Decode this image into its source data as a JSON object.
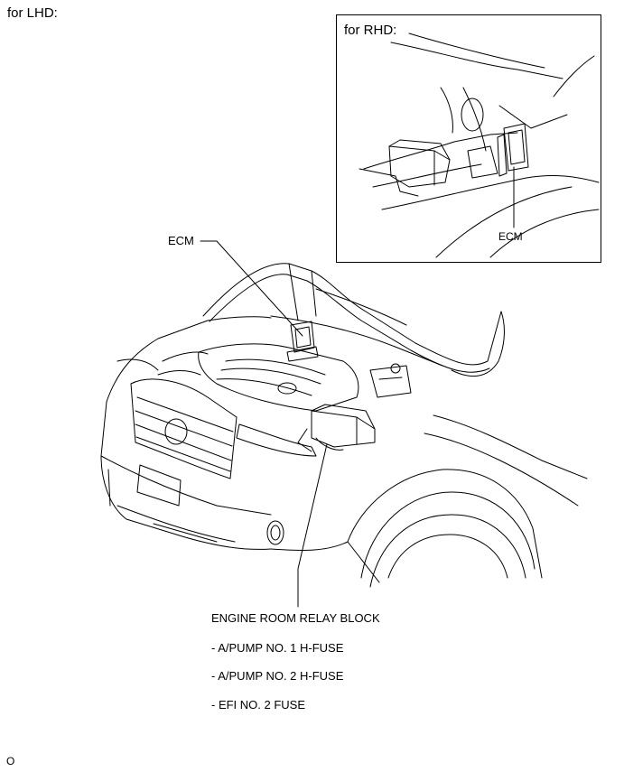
{
  "labels": {
    "lhd_title": "for LHD:",
    "rhd_title": "for RHD:",
    "ecm_main": "ECM",
    "ecm_inset": "ECM",
    "relay_block": "ENGINE ROOM RELAY BLOCK",
    "fuse_items": [
      "- A/PUMP NO. 1 H-FUSE",
      "- A/PUMP NO. 2 H-FUSE",
      "- EFI NO. 2 FUSE"
    ],
    "corner_mark": "O"
  }
}
